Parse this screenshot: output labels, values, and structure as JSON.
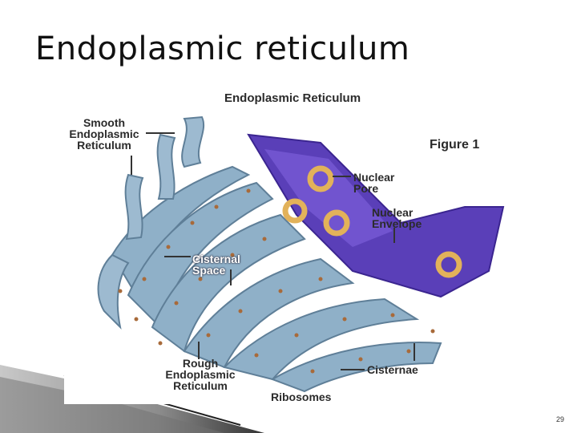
{
  "slide": {
    "title": "Endoplasmic reticulum",
    "page_number": "29"
  },
  "figure": {
    "heading": "Endoplasmic Reticulum",
    "number_label": "Figure 1",
    "labels": {
      "smooth_er": "Smooth\nEndoplasmic\nReticulum",
      "nuclear_pore": "Nuclear\nPore",
      "nuclear_envelope": "Nuclear\nEnvelope",
      "cisternal_space": "Cisternal\nSpace",
      "rough_er": "Rough\nEndoplasmic\nReticulum",
      "ribosomes": "Ribosomes",
      "cisternae": "Cisternae"
    }
  },
  "colors": {
    "er_membrane": "#8fb0c8",
    "nuclear_envelope": "#5a3fb8",
    "ribosome": "#a86a3a",
    "pore": "#e2b25a",
    "corner_gradient": "#9a9a9a"
  }
}
